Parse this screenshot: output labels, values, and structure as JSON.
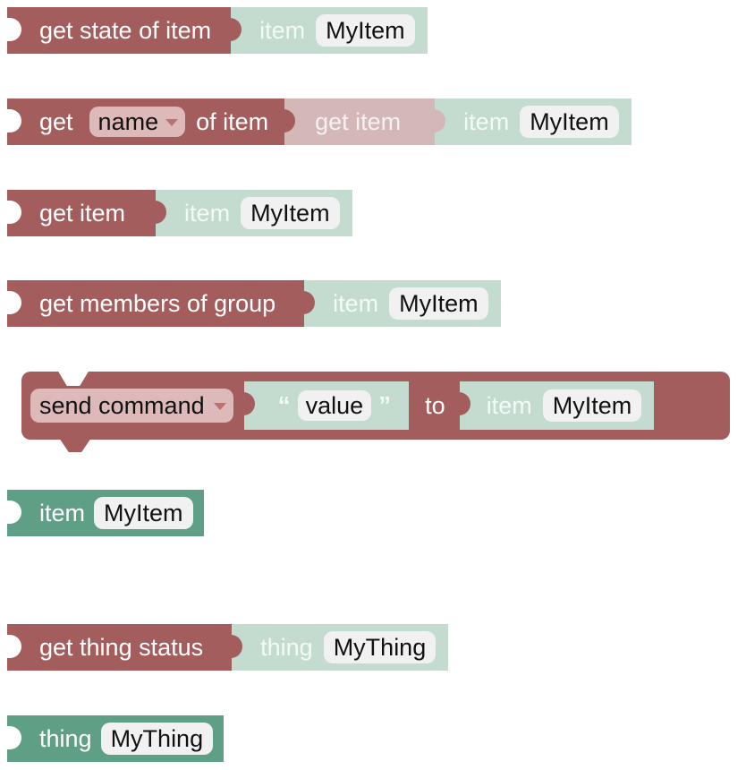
{
  "blocks": {
    "get_state": {
      "label": "get state of item",
      "item_label": "item",
      "item_value": "MyItem"
    },
    "get_name": {
      "get_label": "get",
      "dropdown_value": "name",
      "of_item_label": "of item",
      "get_item_label": "get item",
      "item_label": "item",
      "item_value": "MyItem"
    },
    "get_item": {
      "label": "get item",
      "item_label": "item",
      "item_value": "MyItem"
    },
    "get_members": {
      "label": "get members of group",
      "item_label": "item",
      "item_value": "MyItem"
    },
    "send_command": {
      "dropdown_value": "send command",
      "open_quote": "“",
      "value": "value",
      "close_quote": "”",
      "to_label": "to",
      "item_label": "item",
      "item_value": "MyItem"
    },
    "item_block": {
      "label": "item",
      "value": "MyItem"
    },
    "thing_status": {
      "label": "get thing status",
      "thing_label": "thing",
      "thing_value": "MyThing"
    },
    "thing_block": {
      "label": "thing",
      "value": "MyThing"
    }
  },
  "colors": {
    "item_red": "#a35d5d",
    "item_green": "#5e9f86",
    "mint": "#c3dccf",
    "pale_red": "#d4b7b7"
  }
}
